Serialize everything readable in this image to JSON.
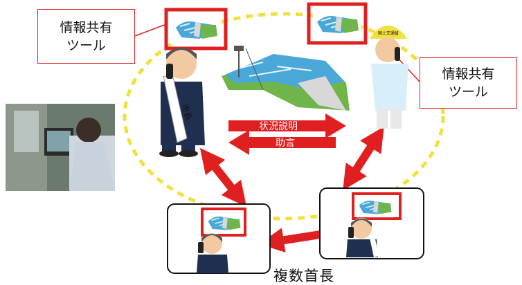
{
  "callouts": {
    "left": {
      "line1": "情報共有",
      "line2": "ツール"
    },
    "right": {
      "line1": "情報共有",
      "line2": "ツール"
    }
  },
  "arrows": {
    "explain": "状況説明",
    "advice": "助言"
  },
  "figures": {
    "mayor_sash": "市長",
    "worker_helmet": "国土交通省"
  },
  "caption": "複数首長",
  "colors": {
    "accent_red": "#e02020",
    "circle_dash": "#f0e040",
    "river_blue": "#4aa8d8",
    "grass_green": "#6fb54a",
    "suit_navy": "#1f2f4f"
  }
}
